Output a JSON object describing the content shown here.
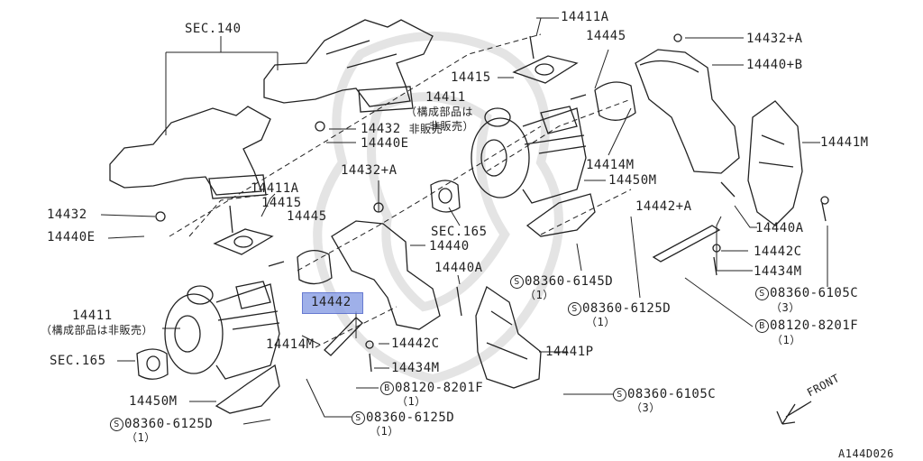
{
  "labels": {
    "sec140": "SEC.140",
    "p14411a_top": "14411A",
    "p14445_top": "14445",
    "p14432a_top": "14432+A",
    "p14415_top": "14415",
    "p14440b": "14440+B",
    "p14411_top": "14411",
    "note_top": "（構成部品は",
    "note_top2": "非販売）",
    "p14432_mid": "14432",
    "nonsale": "非販売",
    "p14440e_mid": "14440E",
    "p14441m": "14441M",
    "p14414m_top": "14414M",
    "p14450m_top": "14450M",
    "p14442a": "14442+A",
    "p14440a_r": "14440A",
    "p14442c_r": "14442C",
    "p14434m_r": "14434M",
    "s6105_r": "08360-6105C",
    "s6105_r_qty": "（3）",
    "b8201_r": "08120-8201F",
    "b8201_r_qty": "（1）",
    "s6145": "08360-6145D",
    "s6145_qty": "（1）",
    "s6125_mr": "08360-6125D",
    "s6125_mr_qty": "（1）",
    "p14432a_mid": "14432+A",
    "sec165_mid": "SEC.165",
    "p14411a_left": "14411A",
    "p14415_left": "14415",
    "p14445_left": "14445",
    "p14432_left": "14432",
    "p14440e_left": "14440E",
    "p14440": "14440",
    "p14440a_mid": "14440A",
    "p14442_hl": "14442",
    "p14411_left": "14411",
    "note_left": "（構成部品は非販売）",
    "p14414m_left": "14414M",
    "p14442c_mid": "14442C",
    "sec165_left": "SEC.165",
    "p14434m_mid": "14434M",
    "p14441p": "14441P",
    "b8201_mid": "08120-8201F",
    "b8201_mid_qty": "（1）",
    "s6105_mid": "08360-6105C",
    "s6105_mid_qty": "（3）",
    "p14450m_left": "14450M",
    "s6125_mid": "08360-6125D",
    "s6125_mid_qty": "（1）",
    "s6125_left": "08360-6125D",
    "s6125_left_qty": "（1）",
    "front": "FRONT",
    "code": "A144D026",
    "sym_s": "S",
    "sym_b": "B"
  },
  "highlight_color": "#8fa3e6"
}
